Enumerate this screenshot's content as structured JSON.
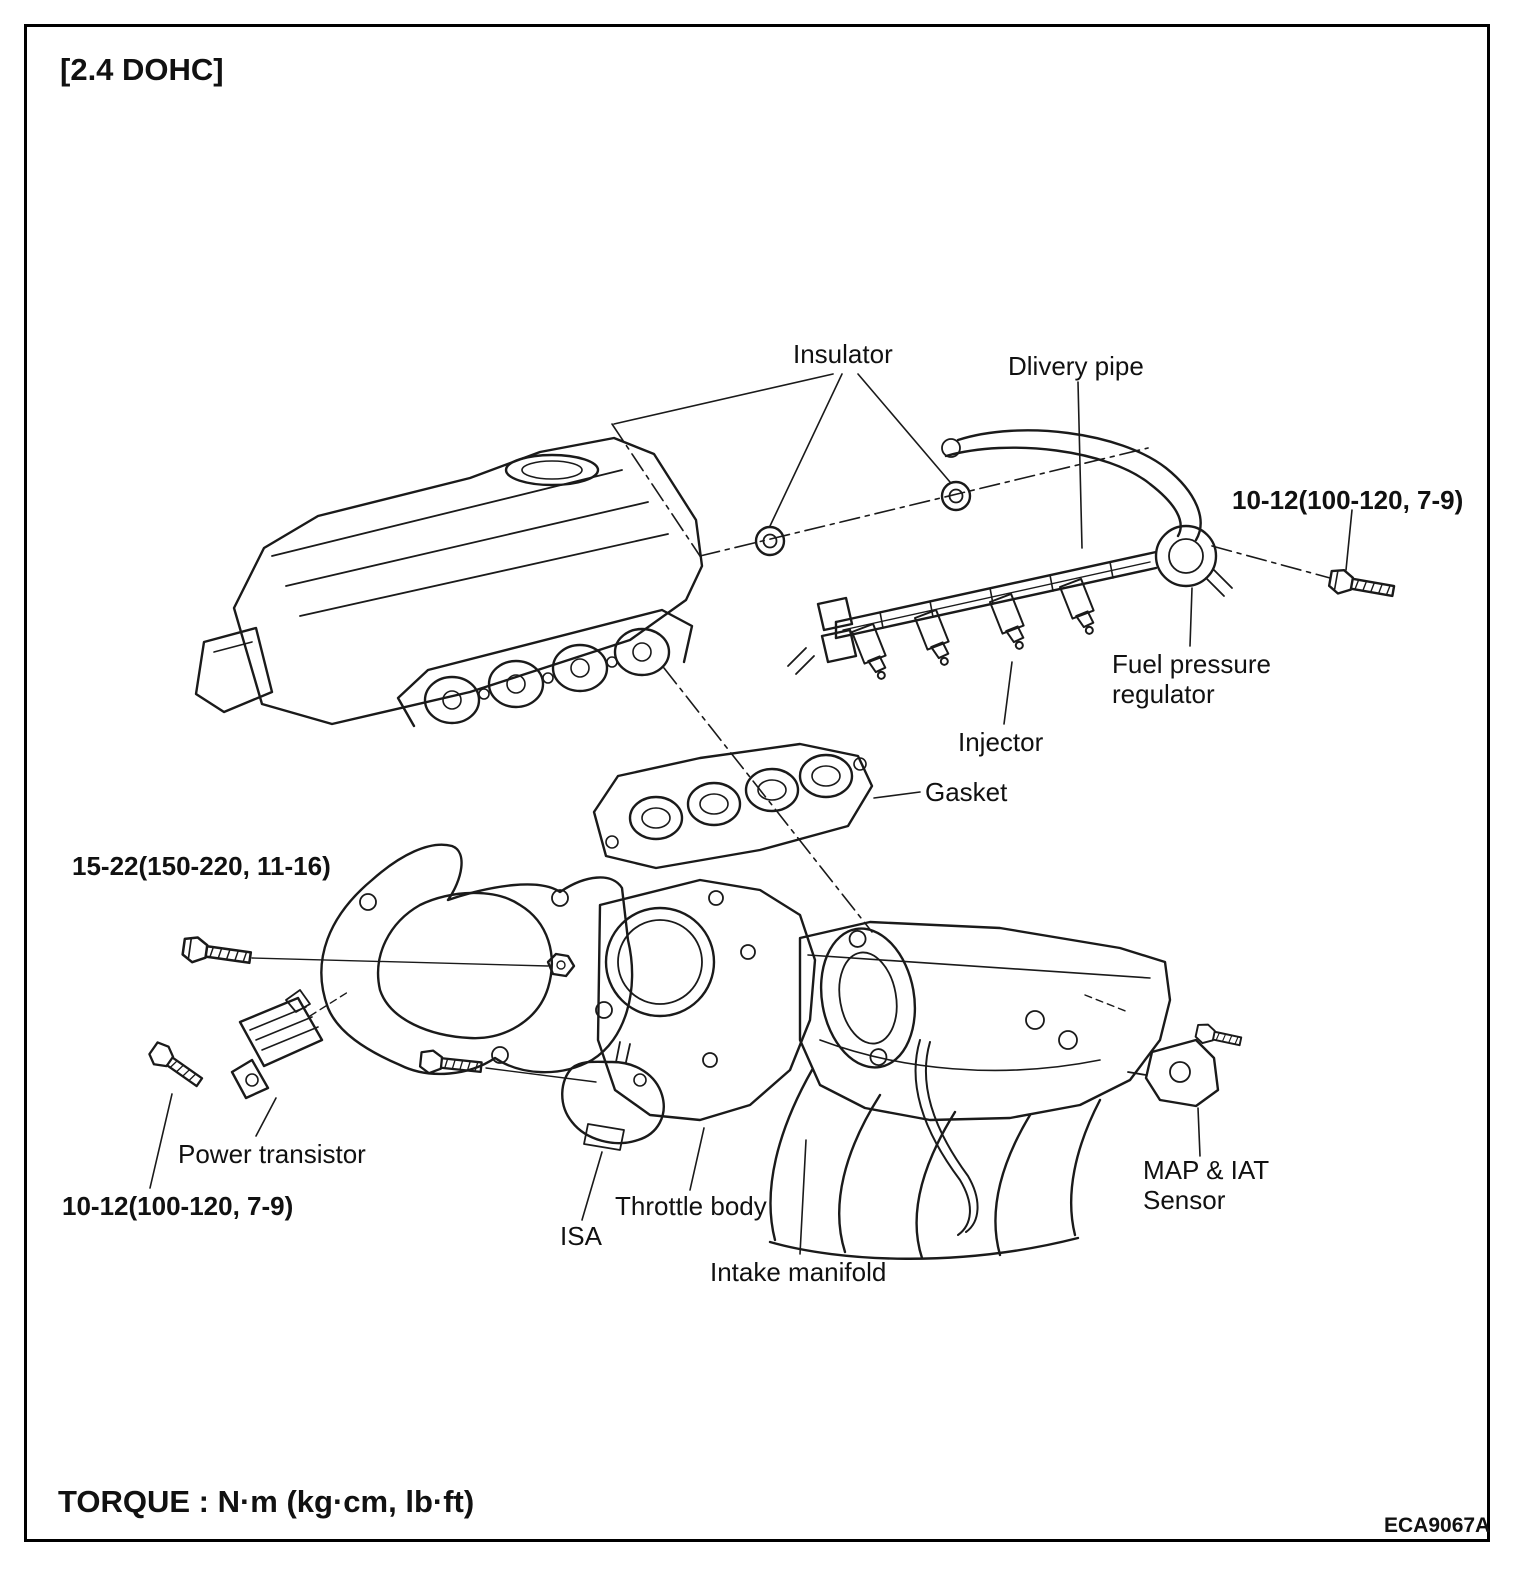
{
  "title": "[2.4 DOHC]",
  "labels": {
    "insulator": "Insulator",
    "delivery_pipe": "Dlivery pipe",
    "torque_10_12": "10-12(100-120, 7-9)",
    "fuel_pressure_regulator": "Fuel pressure regulator",
    "injector": "Injector",
    "gasket": "Gasket",
    "torque_15_22": "15-22(150-220, 11-16)",
    "power_transistor": "Power transistor",
    "isa": "ISA",
    "throttle_body": "Throttle body",
    "intake_manifold": "Intake manifold",
    "map_iat_sensor": "MAP & IAT Sensor"
  },
  "footer": {
    "torque_note": "TORQUE : N·m (kg·cm, lb·ft)",
    "figure_code": "ECA9067A"
  },
  "diagram": {
    "ink_color": "#1a1a1a",
    "subject": "2.4 DOHC intake manifold exploded view"
  }
}
